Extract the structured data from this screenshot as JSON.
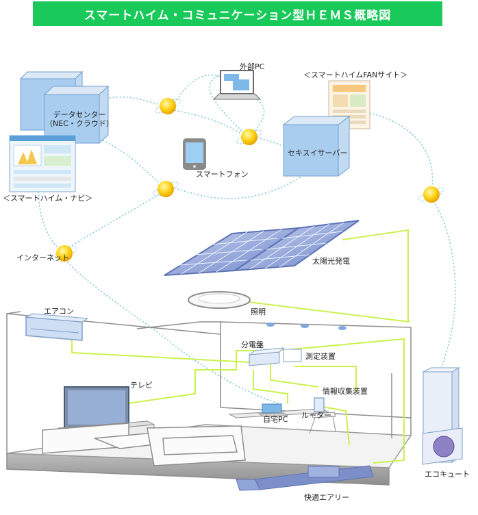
{
  "title": "スマートハイム・コミュニケーション型ＨＥＭＳ概略図",
  "labels": {
    "external_pc": "外部PC",
    "fan_site": "＜スマートハイムFANサイト＞",
    "data_center_1": "データセンター",
    "data_center_2": "（NEC・クラウド）",
    "smart_haim_navi": "＜スマートハイム・ナビ＞",
    "smartphone": "スマートフォン",
    "sekisui_server": "セキスイサーバー",
    "internet": "インターネット",
    "solar": "太陽光発電",
    "aircon": "エアコン",
    "lighting": "照明",
    "panel_board": "分電盤",
    "measuring_device": "測定装置",
    "tv": "テレビ",
    "info_collector": "情報収集装置",
    "home_pc": "自宅PC",
    "router": "ルーター",
    "eco_cute": "エコキュート",
    "kaiteki_airy": "快適エアリー"
  },
  "colors": {
    "title_bg": "#19c95a",
    "wire": "#c9f24a",
    "network": "#7cc7d8",
    "box_front": "#a9cdef",
    "box_side": "#dbe9f7"
  }
}
